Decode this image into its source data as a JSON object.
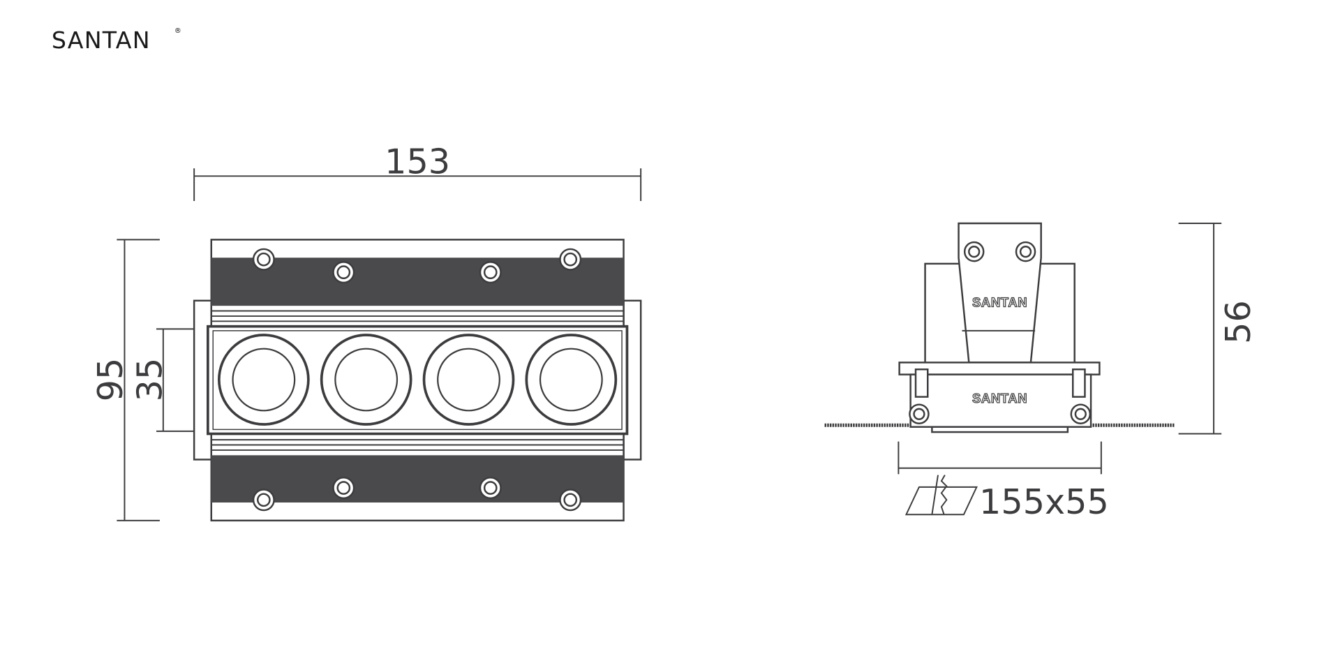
{
  "logo": {
    "text": "SANTAN",
    "mark": "®"
  },
  "front_view": {
    "width_label": "153",
    "height_label": "95",
    "inner_height_label": "35",
    "lens_count": 4
  },
  "side_view": {
    "height_label": "56",
    "cutout_label": "155x55",
    "brand_top": "SANTAN",
    "brand_bottom": "SANTAN"
  },
  "colors": {
    "line": "#3c3c3e",
    "band": "#4a4a4c"
  }
}
